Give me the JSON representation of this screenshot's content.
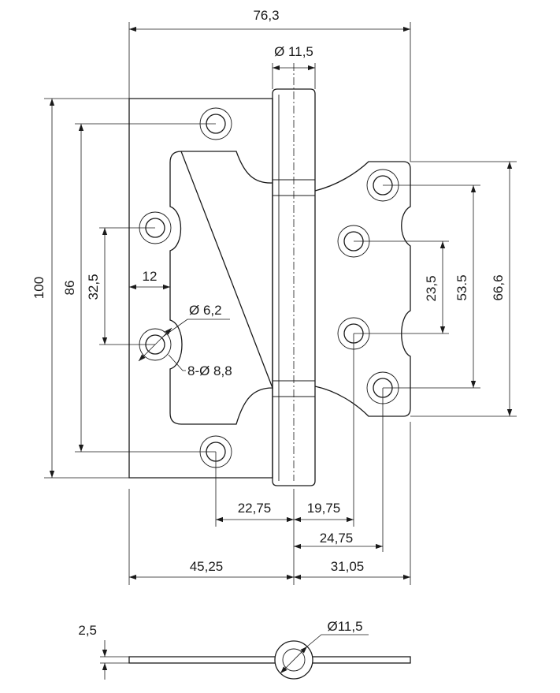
{
  "dimensions": {
    "overall_width": "76,3",
    "knuckle_diameter": "Ø 11,5",
    "left_leaf_height": "100",
    "left_hole_spacing": "86",
    "left_inner_spacing": "32,5",
    "leaf_edge_offset": "12",
    "small_hole_diameter": "Ø 6,2",
    "countersink_diameter": "8-Ø 8,8",
    "right_inner_spacing": "23,5",
    "right_mid_spacing": "53.5",
    "right_outer_spacing": "66,6",
    "left_hole_to_axis": "22,75",
    "axis_to_right_inner_hole": "19,75",
    "axis_to_right_outer_hole": "24,75",
    "left_leaf_width": "45,25",
    "right_leaf_width": "31,05",
    "plate_thickness": "2,5",
    "side_knuckle_diameter": "Ø11,5"
  }
}
